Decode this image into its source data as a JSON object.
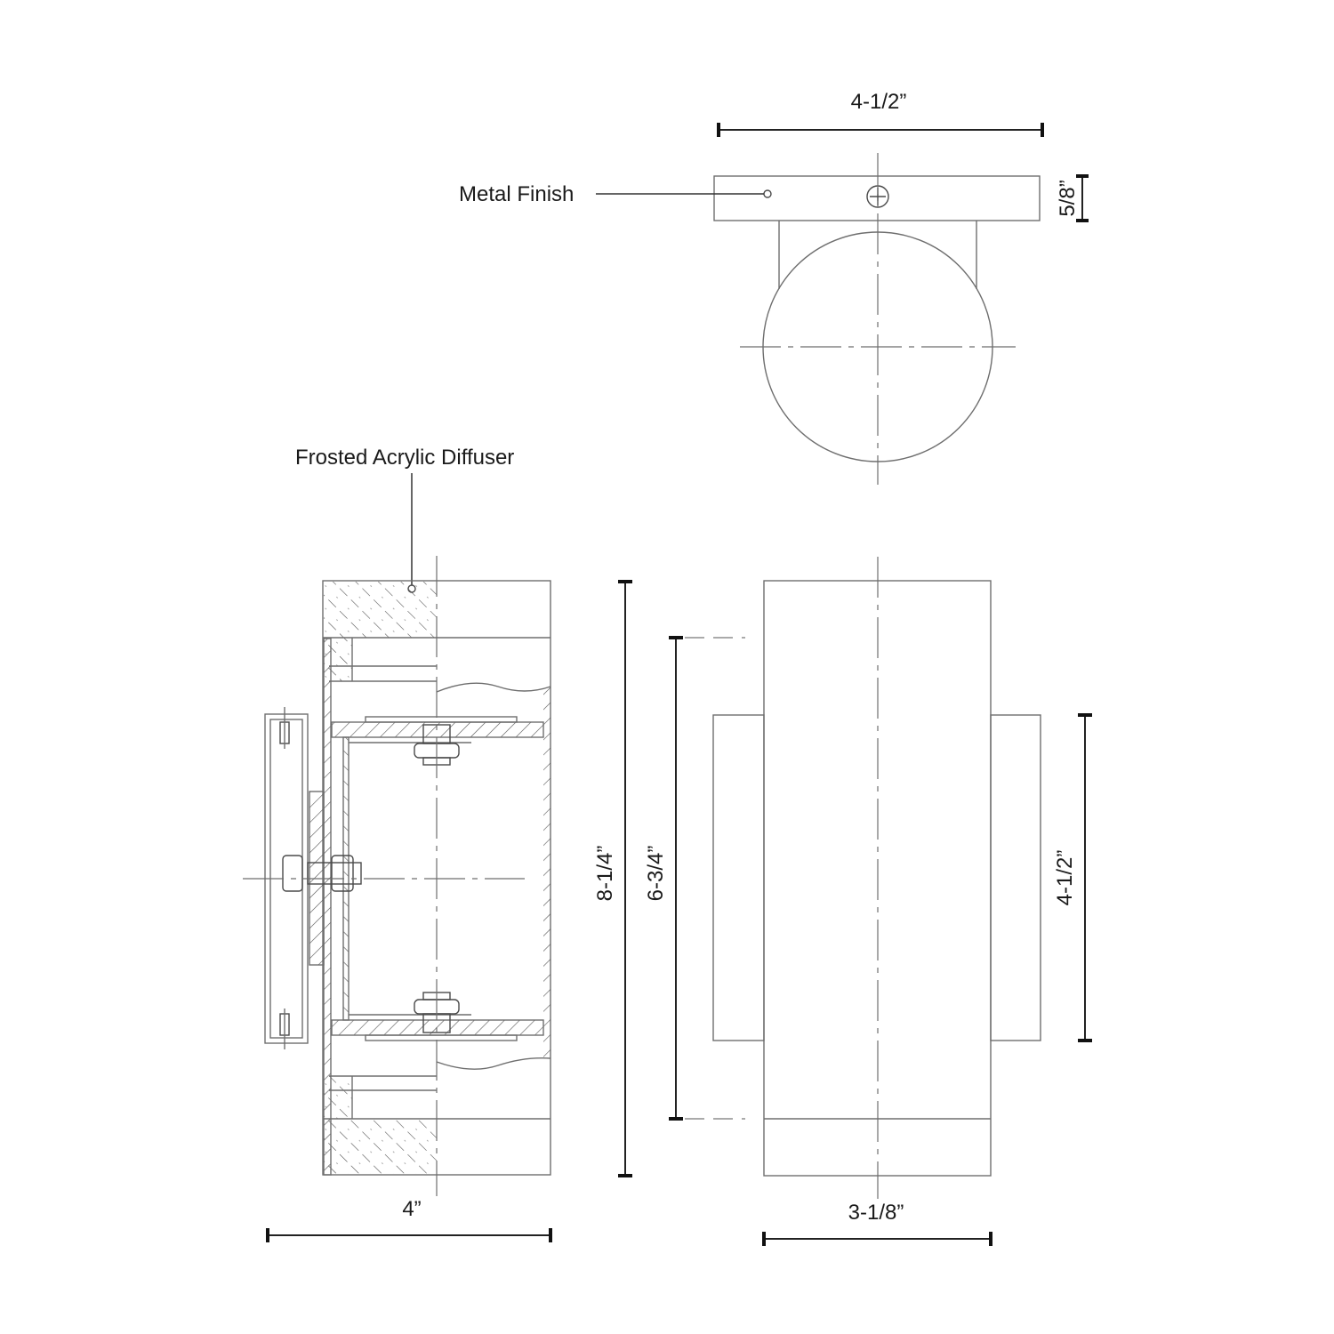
{
  "drawing": {
    "title": "Wall sconce dimension drawing",
    "views": [
      "top-view",
      "side-section-view",
      "front-view"
    ],
    "stroke_color": "#6e6e6e",
    "dimension_color": "#222222",
    "background": "#ffffff"
  },
  "callouts": {
    "metal_finish": "Metal Finish",
    "frosted_diffuser": "Frosted Acrylic Diffuser"
  },
  "dimensions": {
    "top_width": "4-1/2”",
    "top_plate_depth": "5/8”",
    "overall_height": "8-1/4”",
    "inner_height": "6-3/4”",
    "backplate_height": "4-1/2”",
    "side_depth": "4”",
    "front_width": "3-1/8”"
  }
}
